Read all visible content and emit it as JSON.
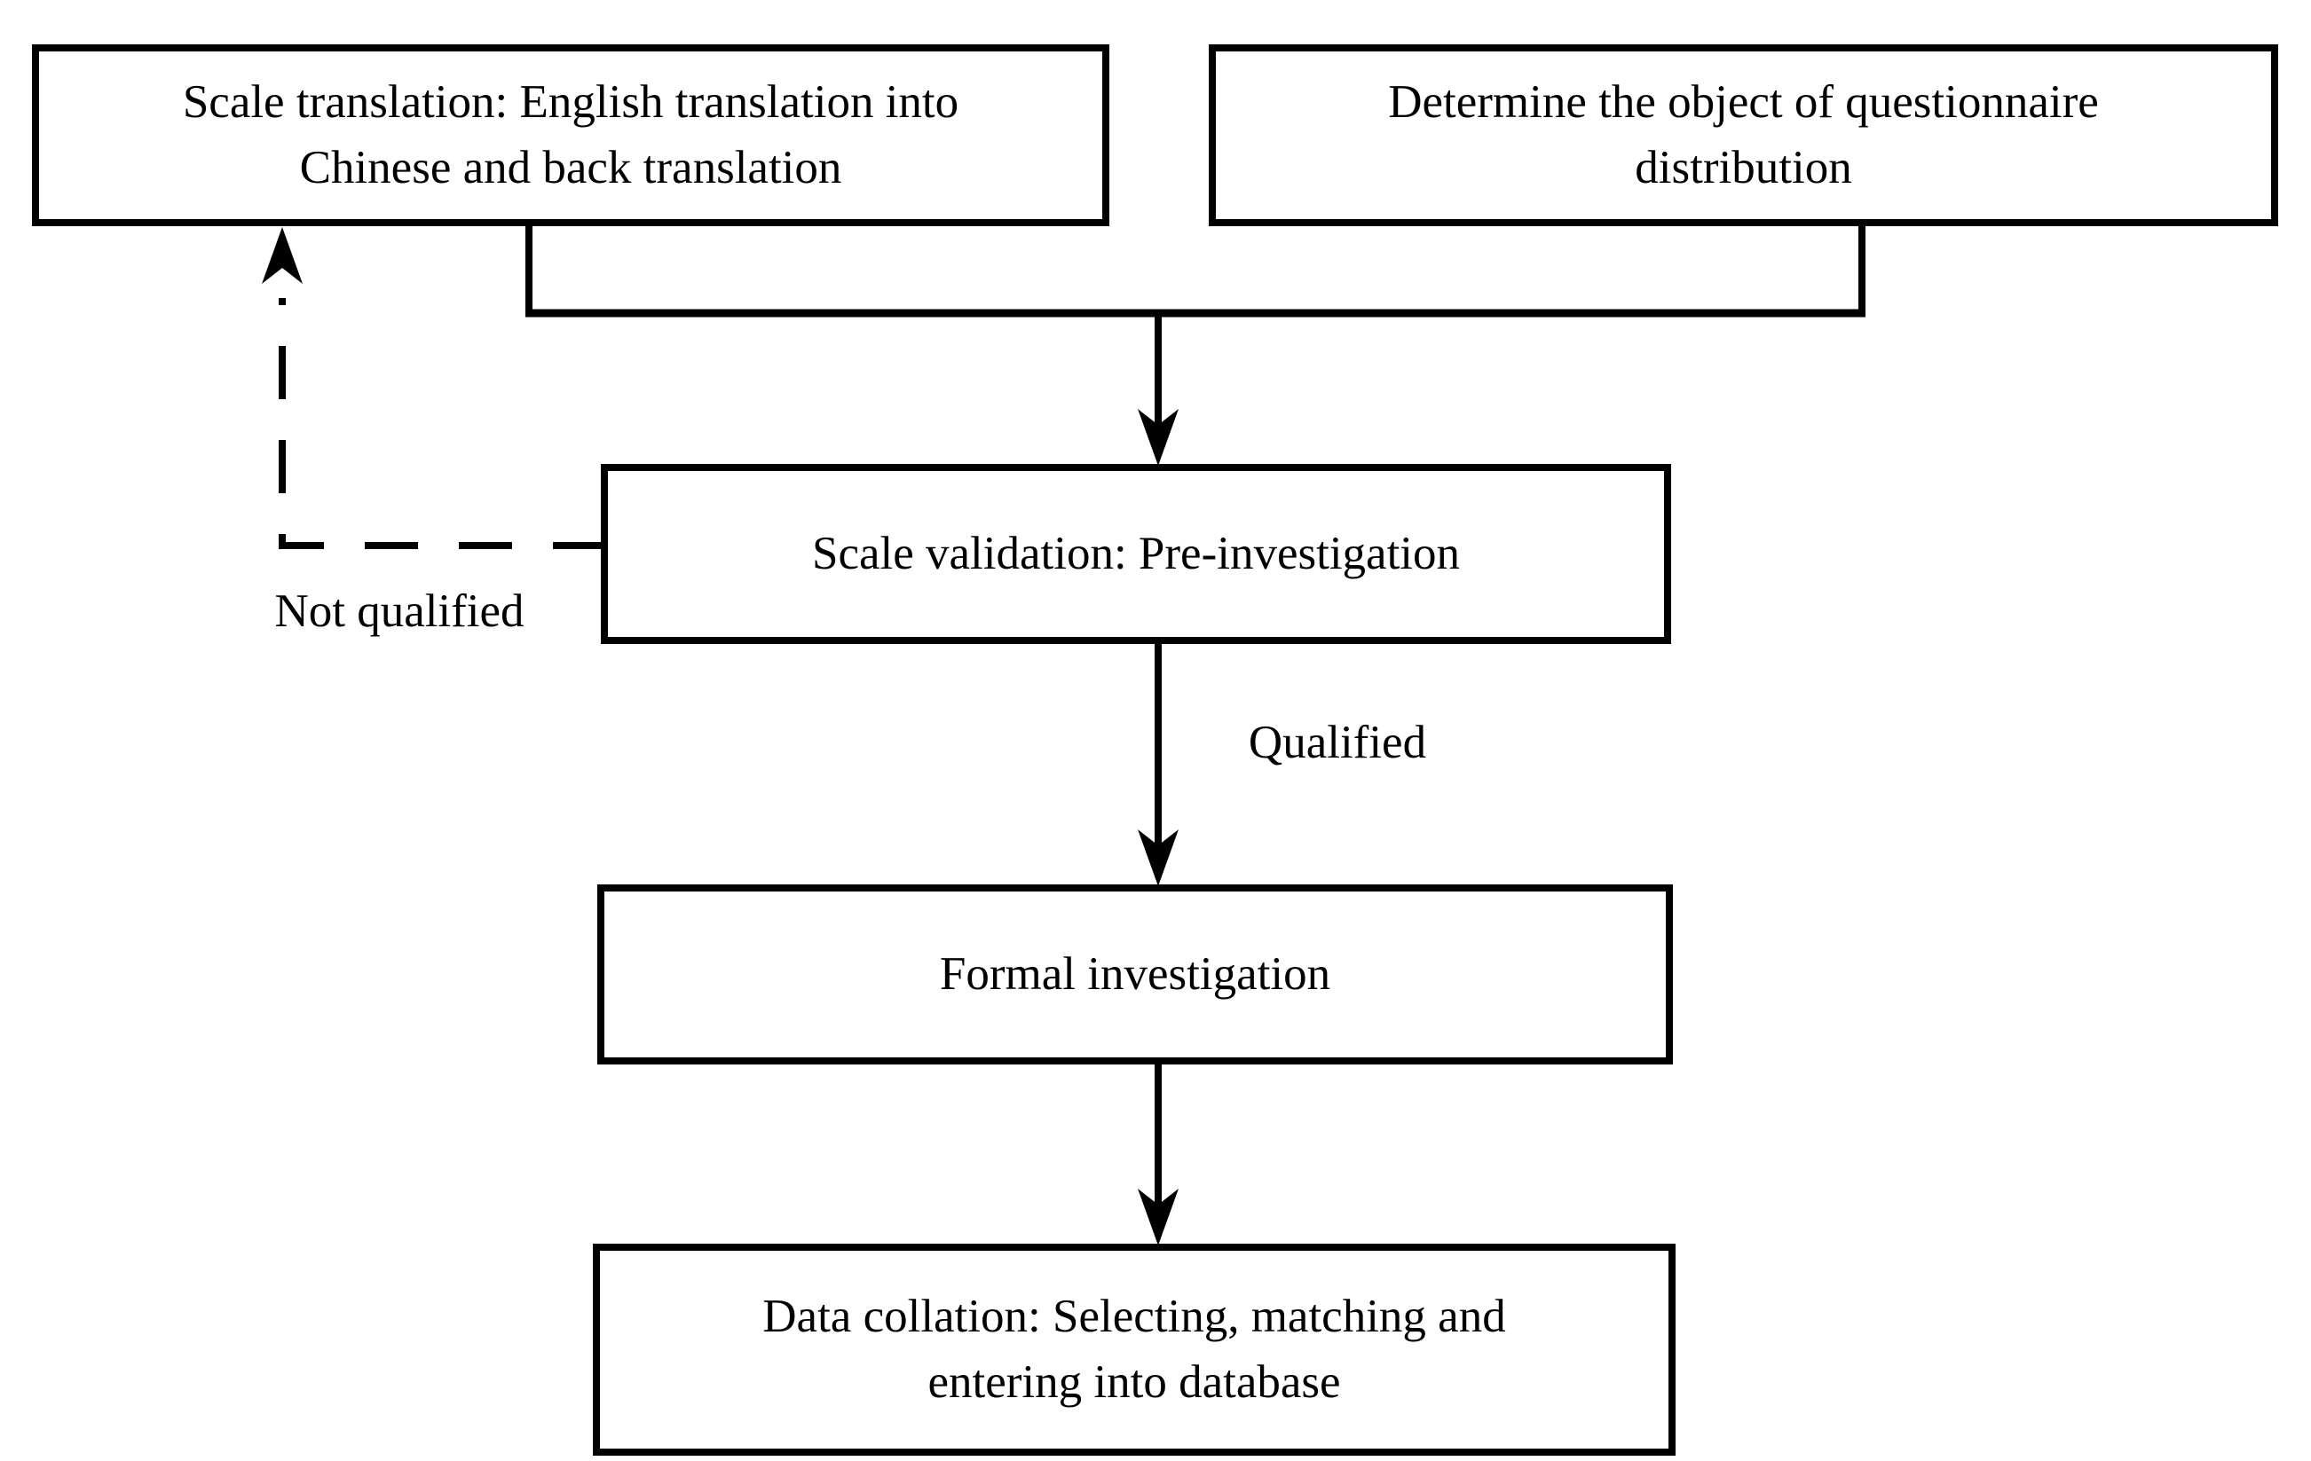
{
  "diagram": {
    "colors": {
      "background": "#ffffff",
      "node_fill": "#ffffff",
      "line": "#000000",
      "text": "#000000"
    },
    "nodes": [
      {
        "id": "scale-translation",
        "text": "Scale translation: English translation into Chinese and back translation",
        "lines": [
          "Scale translation: English translation into",
          "Chinese and back translation"
        ]
      },
      {
        "id": "determine-object",
        "text": "Determine the object of questionnaire distribution",
        "lines": [
          "Determine the object of questionnaire",
          "distribution"
        ]
      },
      {
        "id": "scale-validation",
        "text": "Scale validation: Pre-investigation",
        "lines": [
          "Scale validation: Pre-investigation"
        ]
      },
      {
        "id": "formal-investigation",
        "text": "Formal investigation",
        "lines": [
          "Formal investigation"
        ]
      },
      {
        "id": "data-collation",
        "text": "Data collation: Selecting, matching and entering into database",
        "lines": [
          "Data collation: Selecting, matching and",
          "entering into database"
        ]
      }
    ],
    "edge_labels": [
      {
        "id": "qualified",
        "text": "Qualified"
      },
      {
        "id": "not-qualified",
        "text": "Not qualified"
      }
    ],
    "edges": [
      {
        "from": "scale-translation",
        "to": "scale-validation",
        "style": "solid"
      },
      {
        "from": "determine-object",
        "to": "scale-validation",
        "style": "solid"
      },
      {
        "from": "scale-validation",
        "to": "formal-investigation",
        "style": "solid",
        "label": "Qualified"
      },
      {
        "from": "formal-investigation",
        "to": "data-collation",
        "style": "solid"
      },
      {
        "from": "scale-validation",
        "to": "scale-translation",
        "style": "dashed",
        "label": "Not qualified"
      }
    ]
  }
}
